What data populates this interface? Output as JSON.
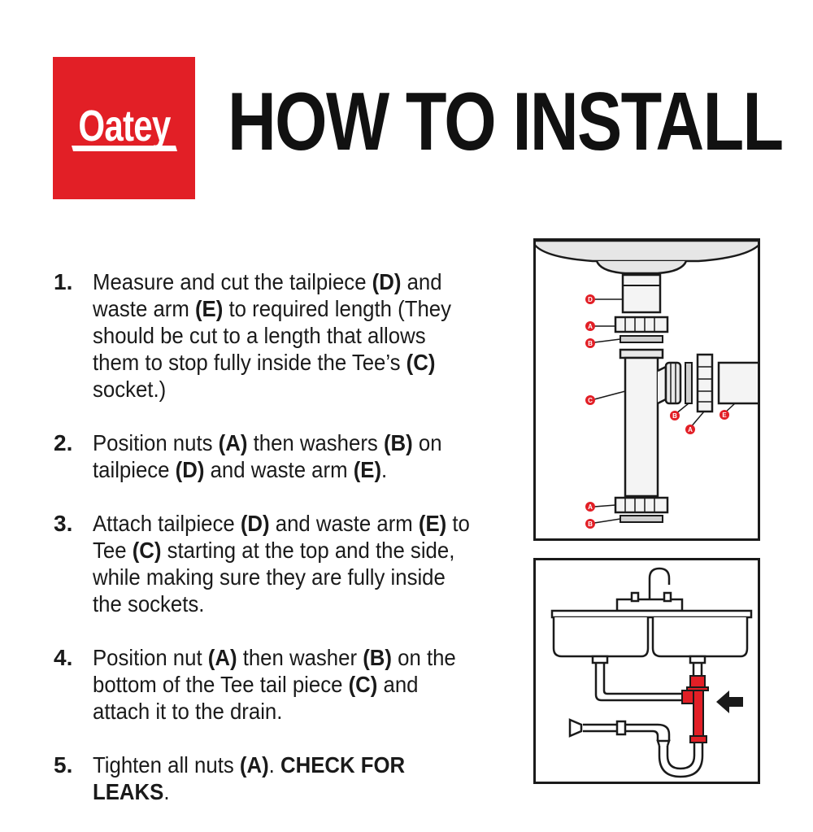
{
  "brand": {
    "logo_text": "Oatey",
    "color": "#e21f26"
  },
  "title": "HOW TO INSTALL",
  "steps": [
    {
      "number": "1.",
      "parts": [
        {
          "t": "Measure and cut the tailpiece "
        },
        {
          "t": "(D)",
          "b": true
        },
        {
          "t": " and waste arm "
        },
        {
          "t": "(E)",
          "b": true
        },
        {
          "t": " to required length (They should be cut to a length that allows them to stop fully inside the Tee’s "
        },
        {
          "t": "(C)",
          "b": true
        },
        {
          "t": " socket.)"
        }
      ]
    },
    {
      "number": "2.",
      "parts": [
        {
          "t": "Position nuts "
        },
        {
          "t": "(A)",
          "b": true
        },
        {
          "t": " then washers "
        },
        {
          "t": "(B)",
          "b": true
        },
        {
          "t": " on tailpiece "
        },
        {
          "t": "(D)",
          "b": true
        },
        {
          "t": " and waste arm "
        },
        {
          "t": "(E)",
          "b": true
        },
        {
          "t": "."
        }
      ]
    },
    {
      "number": "3.",
      "parts": [
        {
          "t": "Attach tailpiece "
        },
        {
          "t": "(D)",
          "b": true
        },
        {
          "t": " and waste arm "
        },
        {
          "t": "(E)",
          "b": true
        },
        {
          "t": " to Tee "
        },
        {
          "t": "(C)",
          "b": true
        },
        {
          "t": " starting at the top and the side, while making sure they are fully inside the sockets."
        }
      ]
    },
    {
      "number": "4.",
      "parts": [
        {
          "t": "Position nut "
        },
        {
          "t": "(A)",
          "b": true
        },
        {
          "t": " then washer "
        },
        {
          "t": "(B)",
          "b": true
        },
        {
          "t": " on the bottom of the Tee tail piece "
        },
        {
          "t": "(C)",
          "b": true
        },
        {
          "t": " and attach it to the drain."
        }
      ]
    },
    {
      "number": "5.",
      "parts": [
        {
          "t": "Tighten all nuts "
        },
        {
          "t": "(A)",
          "b": true
        },
        {
          "t": ". "
        },
        {
          "t": "CHECK FOR LEAKS",
          "b": true
        },
        {
          "t": "."
        }
      ]
    }
  ],
  "diagram_labels": {
    "d": "D",
    "a": "A",
    "b": "B",
    "c": "C",
    "e": "E"
  },
  "colors": {
    "accent": "#e21f26",
    "ink": "#1a1a1a"
  }
}
